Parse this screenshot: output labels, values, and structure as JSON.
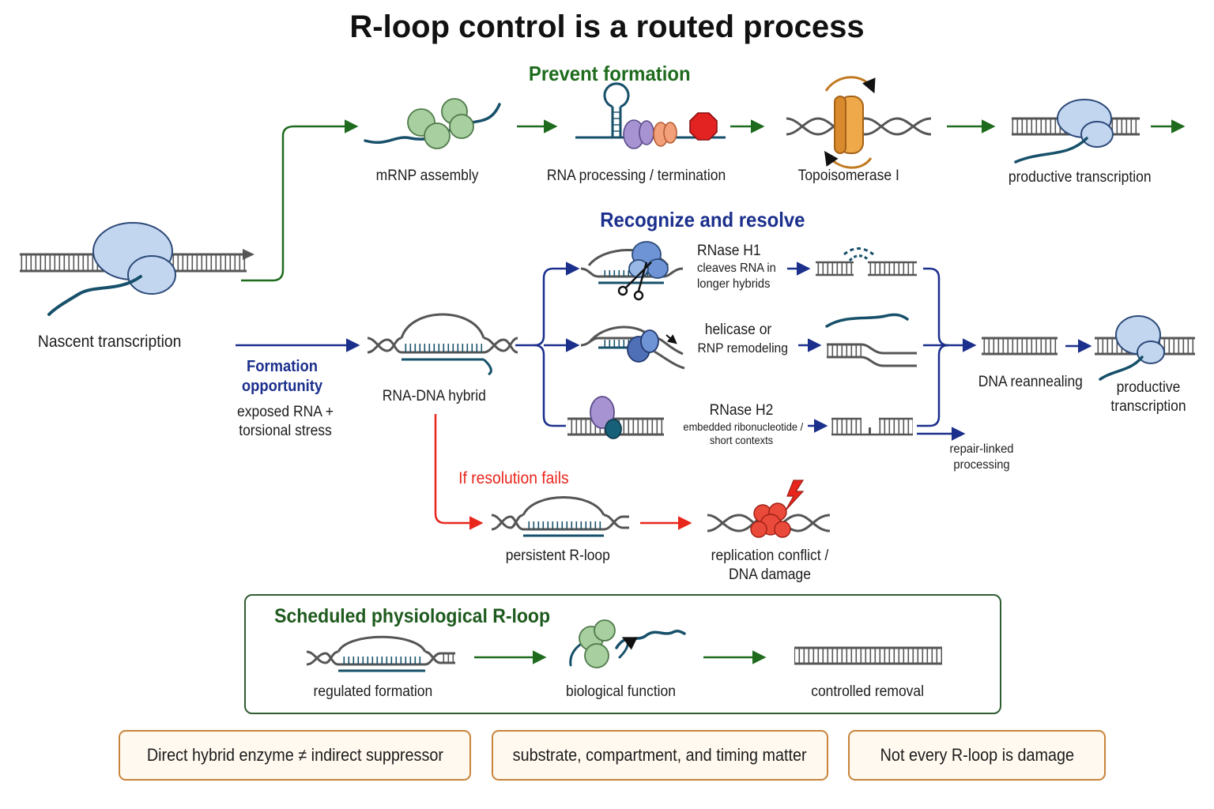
{
  "title": "R-loop control is a routed process",
  "colors": {
    "prevent": "#1e6b1e",
    "resolve": "#1b2f8c",
    "fail": "#e8261c",
    "note_border": "#c8843a",
    "polymerase": "#c3d6f0",
    "mrnp": "#a7cf9f",
    "rna": "#17506a"
  },
  "nascent": {
    "label": "Nascent transcription"
  },
  "prevent": {
    "heading": "Prevent formation",
    "steps": [
      "mRNP assembly",
      "RNA processing / termination",
      "Topoisomerase I",
      "productive transcription"
    ]
  },
  "formation": {
    "heading_line1": "Formation",
    "heading_line2": "opportunity",
    "detail_line1": "exposed RNA +",
    "detail_line2": "torsional stress",
    "hybrid_label": "RNA-DNA hybrid"
  },
  "resolve": {
    "heading": "Recognize and resolve",
    "rnaseh1": {
      "name": "RNase H1",
      "line1": "cleaves RNA in",
      "line2": "longer hybrids"
    },
    "helicase": {
      "line1": "helicase or",
      "line2": "RNP remodeling"
    },
    "rnaseh2": {
      "name": "RNase H2",
      "line1": "embedded ribonucleotide /",
      "line2": "short contexts"
    },
    "reannealing": "DNA reannealing",
    "productive_line1": "productive",
    "productive_line2": "transcription",
    "repair_line1": "repair-linked",
    "repair_line2": "processing"
  },
  "failure": {
    "heading": "If resolution fails",
    "persistent": "persistent R-loop",
    "conflict_line1": "replication conflict /",
    "conflict_line2": "DNA damage"
  },
  "scheduled": {
    "heading": "Scheduled physiological R-loop",
    "steps": [
      "regulated formation",
      "biological function",
      "controlled removal"
    ]
  },
  "notes": [
    "Direct hybrid enzyme ≠ indirect suppressor",
    "substrate, compartment, and timing matter",
    "Not every R-loop is damage"
  ],
  "icons": [
    "polymerase-icon",
    "mrnp-icon",
    "hairpin-icon",
    "stop-sign-icon",
    "topoisomerase-clamp-icon",
    "scissors-icon",
    "lightning-icon",
    "helicase-icon"
  ]
}
